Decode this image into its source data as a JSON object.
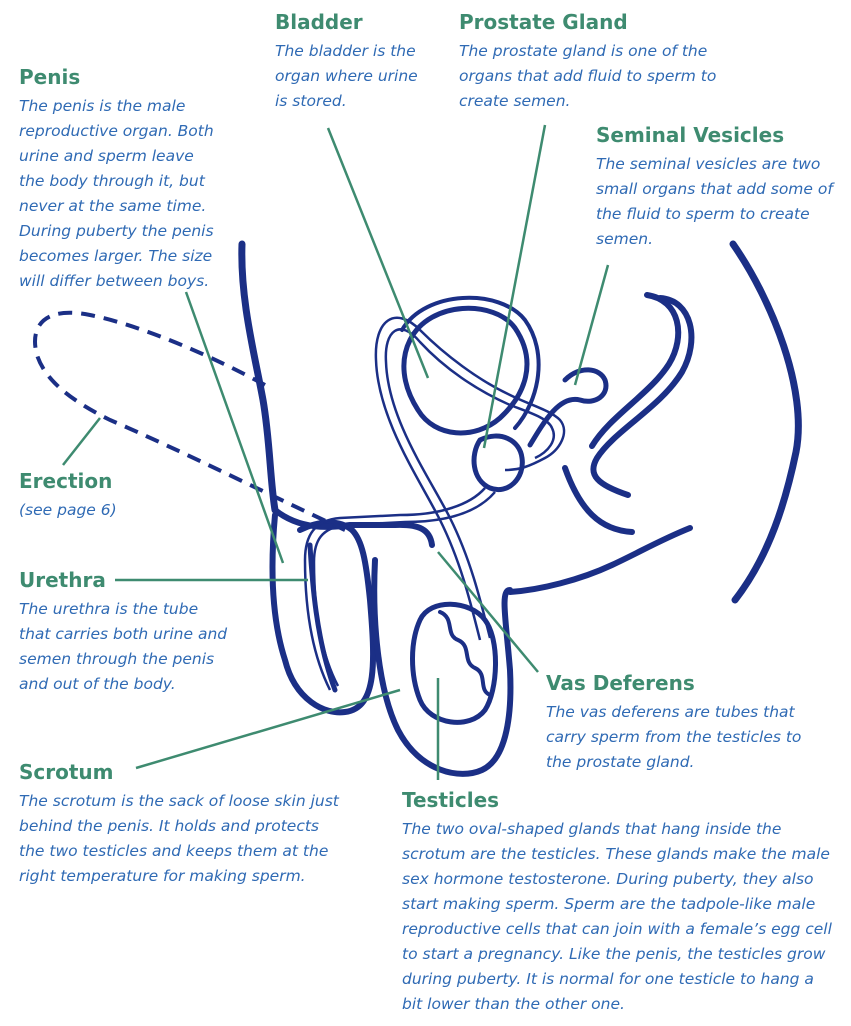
{
  "colors": {
    "organ_outline": "#1b2f86",
    "leader_line": "#3e8b70",
    "heading": "#3e8b70",
    "description": "#2f6ab4"
  },
  "labels": {
    "bladder": {
      "title": "Bladder",
      "lines": [
        "The bladder is the",
        "organ where urine",
        "is stored."
      ]
    },
    "prostate": {
      "title": "Prostate Gland",
      "lines": [
        "The prostate gland is one of the",
        "organs that add fluid to sperm to",
        "create semen."
      ]
    },
    "penis": {
      "title": "Penis",
      "lines": [
        "The penis is the male",
        "reproductive organ. Both",
        "urine and sperm leave",
        "the body through it, but",
        "never at the same time.",
        "During puberty the penis",
        "becomes larger. The size",
        "will differ between boys."
      ]
    },
    "seminal": {
      "title": "Seminal Vesicles",
      "lines": [
        "The seminal vesicles are two",
        "small organs that add some of",
        "the fluid to sperm to create",
        "semen."
      ]
    },
    "erection": {
      "title": "Erection",
      "lines": [
        "(see page 6)"
      ]
    },
    "urethra": {
      "title": "Urethra",
      "lines": [
        "The urethra is the tube",
        "that carries both urine and",
        "semen through the penis",
        "and out of the body."
      ]
    },
    "vas": {
      "title": "Vas Deferens",
      "lines": [
        "The vas deferens are tubes that",
        "carry sperm from the testicles to",
        "the prostate gland."
      ]
    },
    "scrotum": {
      "title": "Scrotum",
      "lines": [
        "The scrotum is the sack of loose skin just",
        "behind the penis. It holds and protects",
        "the two testicles and keeps them at the",
        "right temperature for making sperm."
      ]
    },
    "testicles": {
      "title": "Testicles",
      "lines": [
        "The two oval-shaped glands that hang inside the",
        "scrotum are the testicles. These glands make the male",
        "sex hormone testosterone. During puberty, they also",
        "start making sperm. Sperm are the tadpole-like male",
        "reproductive cells that can join with a female’s egg cell",
        "to start a pregnancy. Like the penis, the testicles grow",
        "during puberty. It is normal for one testicle to hang a",
        "bit lower than the other one."
      ]
    }
  }
}
